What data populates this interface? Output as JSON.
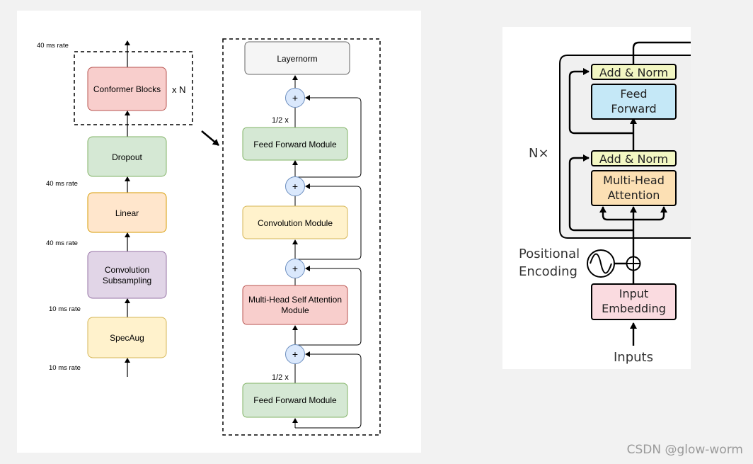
{
  "conformer": {
    "rates": {
      "top": "40 ms rate",
      "dropout_linear": "40 ms rate",
      "linear_conv": "40 ms rate",
      "conv_specaug": "10 ms rate",
      "bottom": "10 ms rate"
    },
    "stack_multiplier": "x N",
    "blocks": {
      "conformer_blocks": "Conformer Blocks",
      "dropout": "Dropout",
      "linear": "Linear",
      "conv_subsampling_line1": "Convolution",
      "conv_subsampling_line2": "Subsampling",
      "specaug": "SpecAug"
    }
  },
  "conformer_block": {
    "layernorm": "Layernorm",
    "ffn_top": "Feed Forward Module",
    "convolution": "Convolution Module",
    "mhsa_line1": "Multi-Head Self Attention",
    "mhsa_line2": "Module",
    "ffn_bottom": "Feed Forward Module",
    "half_top": "1/2 x",
    "half_bottom": "1/2 x",
    "plus": "+"
  },
  "transformer": {
    "nx": "N×",
    "add_norm_top": "Add & Norm",
    "feed_forward_line1": "Feed",
    "feed_forward_line2": "Forward",
    "add_norm_bottom": "Add & Norm",
    "mha_line1": "Multi-Head",
    "mha_line2": "Attention",
    "positional_line1": "Positional",
    "positional_line2": "Encoding",
    "input_embedding_line1": "Input",
    "input_embedding_line2": "Embedding",
    "inputs": "Inputs"
  },
  "watermark": "CSDN @glow-worm",
  "colors": {
    "red_fill": "#f8cecc",
    "red_stroke": "#b85450",
    "green_fill": "#d5e8d4",
    "green_stroke": "#82b366",
    "orange_fill": "#ffe6cc",
    "orange_stroke": "#d79b00",
    "purple_fill": "#e1d5e7",
    "purple_stroke": "#9673a6",
    "yellow_fill": "#fff2cc",
    "yellow_stroke": "#d6b656",
    "gray_fill": "#f5f5f5",
    "gray_stroke": "#666666",
    "blue_fill": "#dae8fc",
    "blue_stroke": "#6c8ebf",
    "t_addnorm": "#f3f7c3",
    "t_ff": "#c5e8f7",
    "t_mha": "#fce0b4",
    "t_embed": "#fadbe0"
  }
}
